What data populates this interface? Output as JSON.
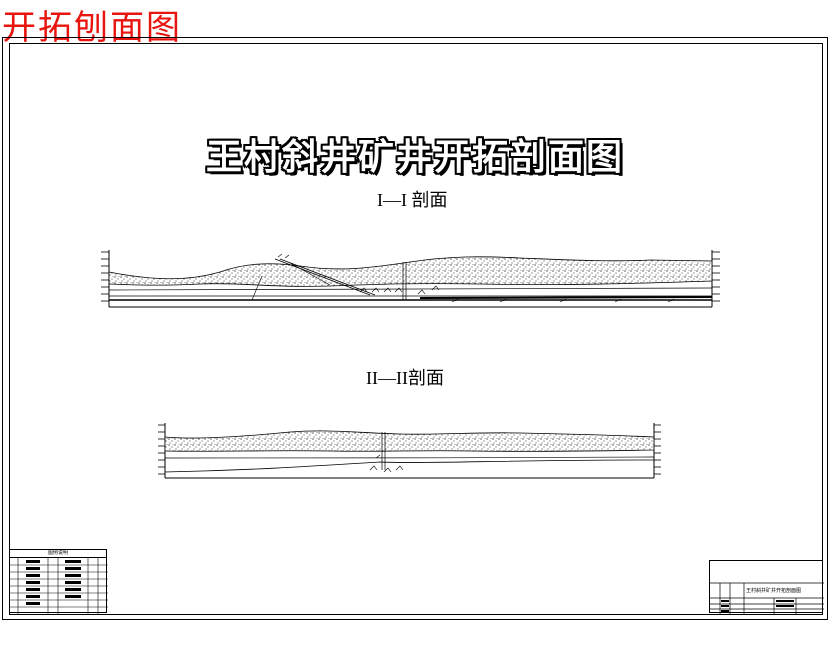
{
  "corner_title": "开拓刨面图",
  "drawing": {
    "title": "王村斜井矿井开拓剖面图",
    "sections": [
      {
        "id": "I",
        "label": "I—I 剖面"
      },
      {
        "id": "II",
        "label": "II—II剖面"
      }
    ]
  },
  "legend": {
    "title": "图例说明"
  },
  "titleblock": {
    "drawing_name": "王村斜井矿井开拓剖面图"
  },
  "colors": {
    "corner_title": "#e8150f",
    "line": "#000000"
  }
}
